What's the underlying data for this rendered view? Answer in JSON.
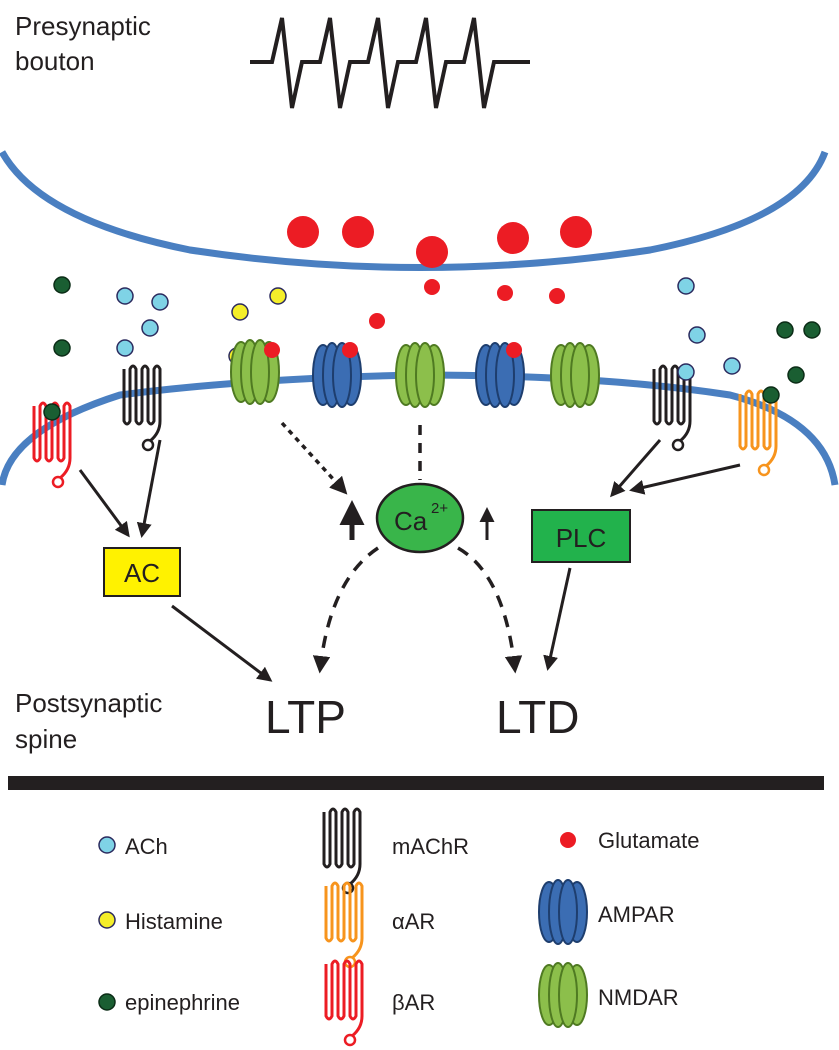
{
  "labels": {
    "presynaptic": [
      "Presynaptic",
      "bouton"
    ],
    "postsynaptic": [
      "Postsynaptic",
      "spine"
    ],
    "ac": "AC",
    "plc": "PLC",
    "ca_base": "Ca",
    "ca_charge": "2+",
    "ltp": "LTP",
    "ltd": "LTD"
  },
  "legend": {
    "ach": "ACh",
    "histamine": "Histamine",
    "epinephrine": "epinephrine",
    "machr": "mAChR",
    "alpha_ar": "αAR",
    "beta_ar": "βAR",
    "glutamate": "Glutamate",
    "ampar": "AMPAR",
    "nmdar": "NMDAR"
  },
  "colors": {
    "membrane": "#4a7fc1",
    "glutamate": "#ec1c24",
    "ach": "#7fd3e6",
    "histamine": "#f4ee2a",
    "epinephrine": "#1a5e32",
    "ampar": "#3b6db3",
    "nmdar": "#8cbf4b",
    "machr": "#231f20",
    "alpha_ar": "#f7941d",
    "beta_ar": "#ec1c24",
    "ac_box": "#fff200",
    "plc_box": "#22b24c",
    "ca_ellipse": "#39b54a"
  }
}
